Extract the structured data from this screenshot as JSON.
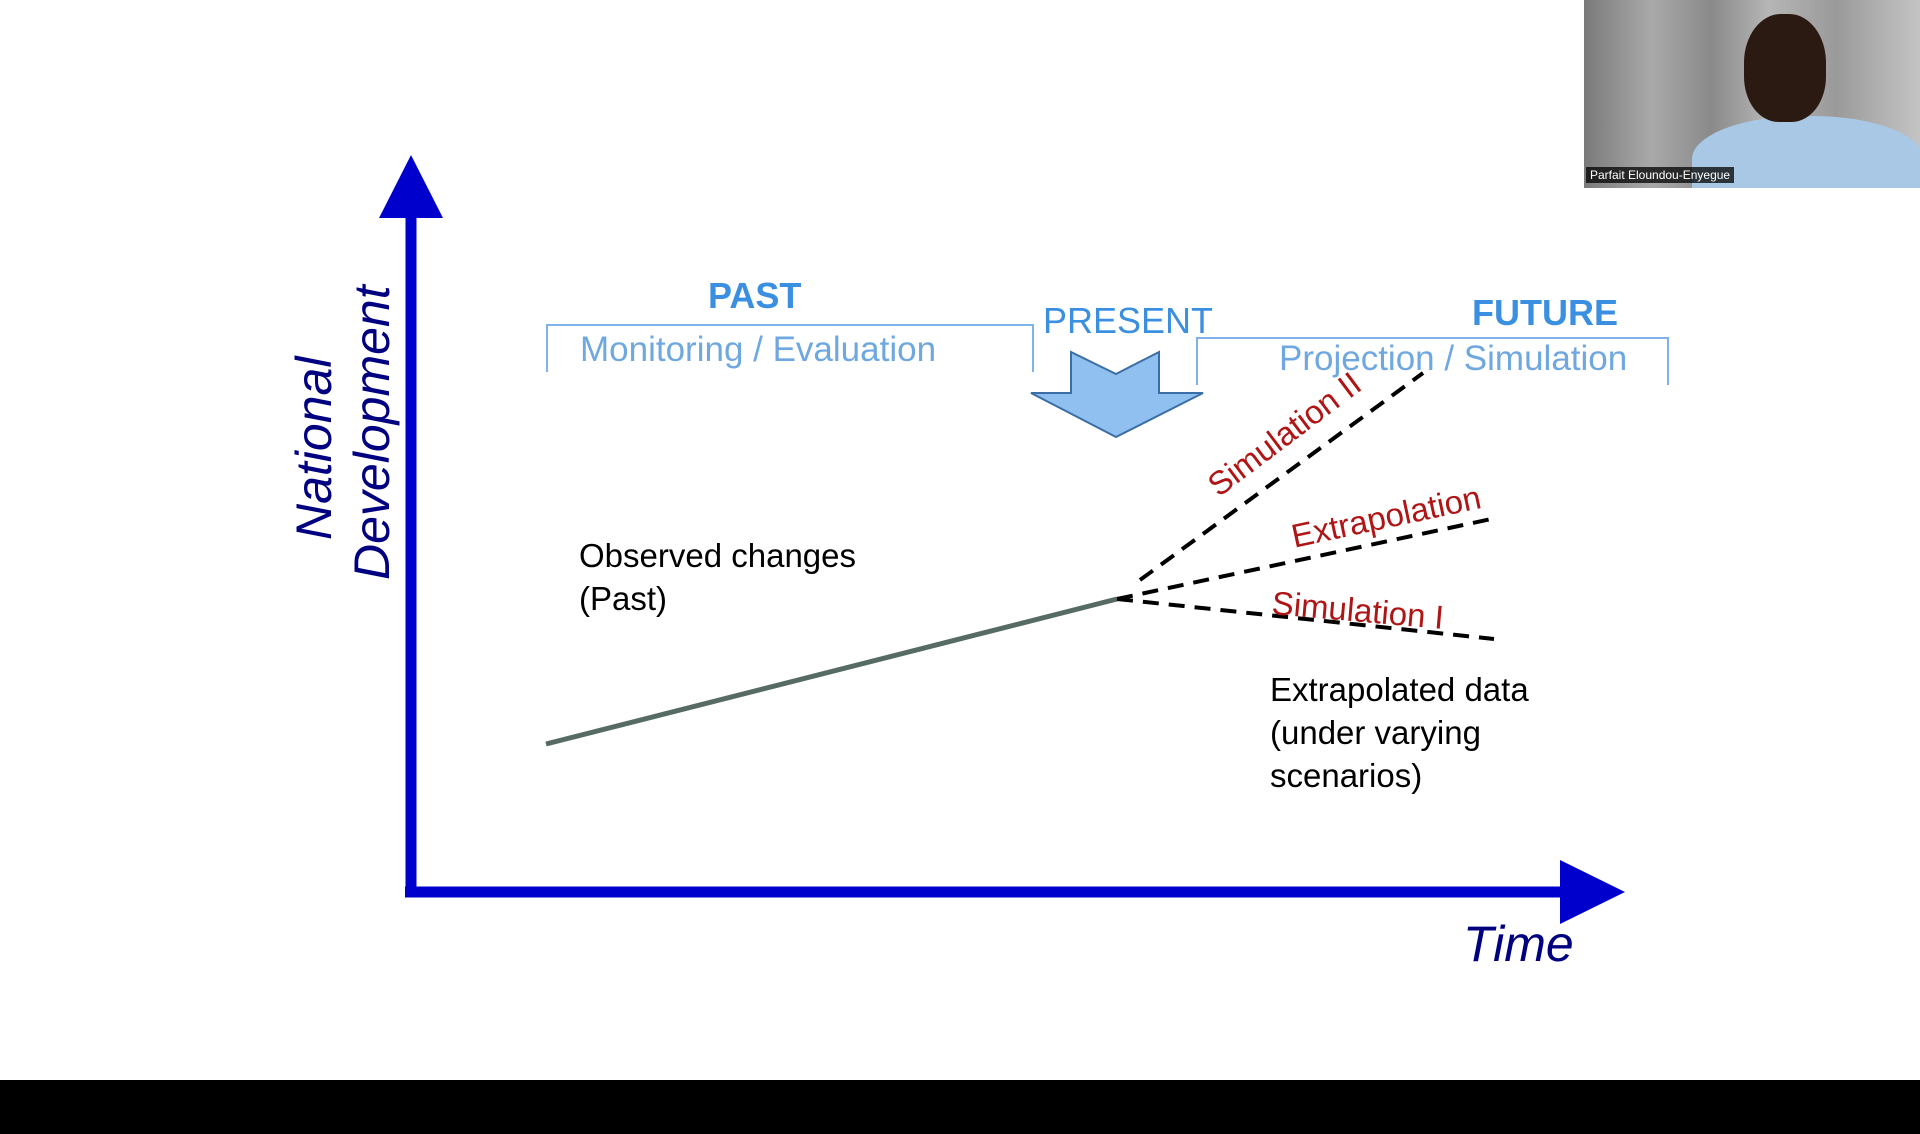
{
  "diagram": {
    "past": {
      "title": "PAST",
      "subtitle": "Monitoring / Evaluation"
    },
    "present": {
      "title": "PRESENT"
    },
    "future": {
      "title": "FUTURE",
      "subtitle": "Projection / Simulation"
    },
    "observed_label": "Observed changes (Past)",
    "extrapolated_label": "Extrapolated data (under varying scenarios)",
    "scenarios": [
      "Simulation II",
      "Extrapolation",
      "Simulation I"
    ],
    "y_axis_label": [
      "National",
      "Development"
    ],
    "x_axis_label": "Time",
    "colors": {
      "axis": "#0000cc",
      "header": "#3b8fe0",
      "header_light": "#6fa8e0",
      "arrow_fill": "#8fc0f0",
      "scenario_label": "#b01515",
      "past_line": "#556b63",
      "axis_label": "#000080"
    }
  },
  "video": {
    "participant_name": "Parfait Eloundou-Enyegue"
  }
}
